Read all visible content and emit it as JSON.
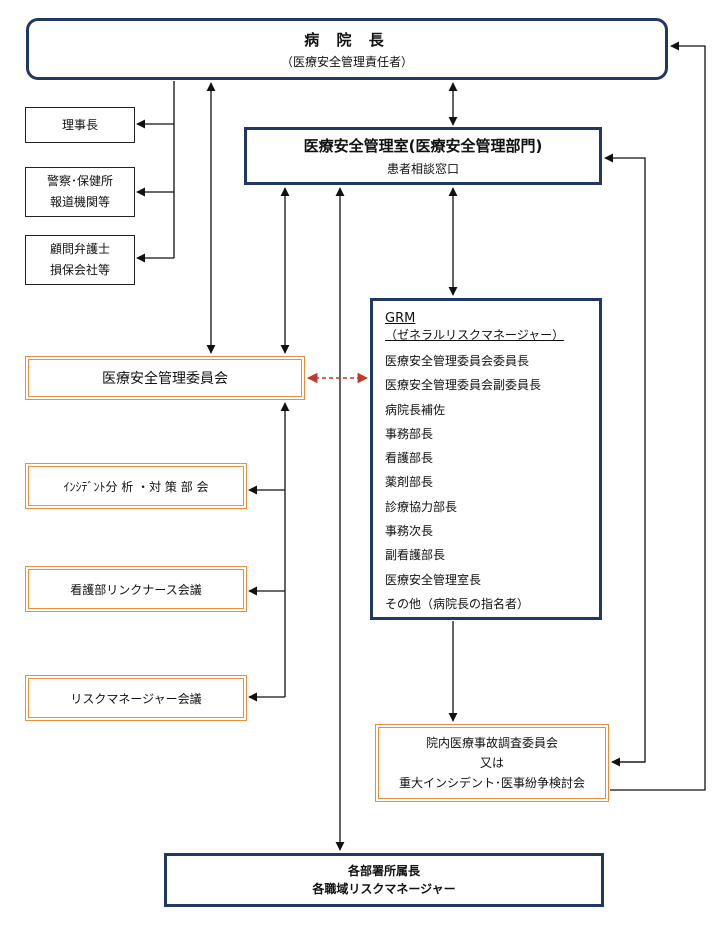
{
  "director": {
    "title": "病 院 長",
    "subtitle": "（医療安全管理責任者）"
  },
  "office": {
    "title": "医療安全管理室(医療安全管理部門)",
    "subtitle": "患者相談窓口"
  },
  "external": {
    "chairman": "理事長",
    "police_line1": "警察･保健所",
    "police_line2": "報道機関等",
    "lawyer_line1": "顧問弁護士",
    "lawyer_line2": "損保会社等"
  },
  "committee": "医療安全管理委員会",
  "subcommittees": {
    "incident": "ｲﾝｼﾃﾞﾝﾄ分 析 ・対 策 部 会",
    "nurse_link": "看護部リンクナース会議",
    "risk_manager": "リスクマネージャー会議"
  },
  "grm": {
    "heading_abbr": "GRM",
    "heading_full": "（ゼネラルリスクマネージャー）",
    "members": [
      "医療安全管理委員会委員長",
      "医療安全管理委員会副委員長",
      "病院長補佐",
      "事務部長",
      "看護部長",
      "薬剤部長",
      "診療協力部長",
      "事務次長",
      "副看護部長",
      "医療安全管理室長",
      "その他（病院長の指名者）"
    ]
  },
  "inquiry": {
    "line1": "院内医療事故調査委員会",
    "line2": "又は",
    "line3": "重大インシデント･医事紛争検討会"
  },
  "departments": {
    "line1": "各部署所属長",
    "line2": "各職域リスクマネージャー"
  },
  "colors": {
    "navy": "#1f3864",
    "orange": "#e8913a",
    "dashed_arrow": "#c0392b"
  }
}
